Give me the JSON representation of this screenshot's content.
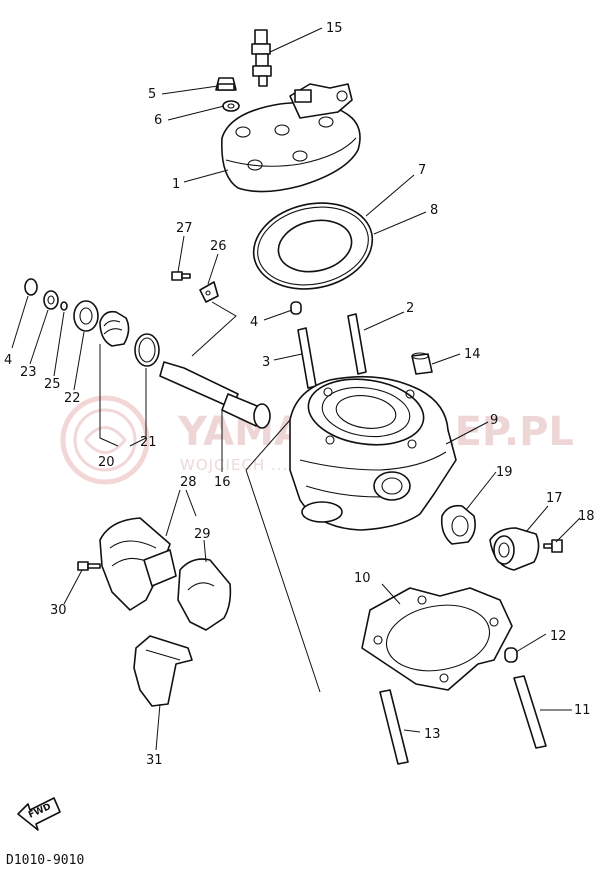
{
  "diagram": {
    "code": "D1010-9010",
    "fwd_label": "FWD",
    "watermark": {
      "main": "YAMAHASKLEP.PL",
      "sub": "WOJCIECH ... AMAHA"
    },
    "callouts": [
      {
        "id": "15",
        "label": "15"
      },
      {
        "id": "5",
        "label": "5"
      },
      {
        "id": "6",
        "label": "6"
      },
      {
        "id": "1",
        "label": "1"
      },
      {
        "id": "7",
        "label": "7"
      },
      {
        "id": "8",
        "label": "8"
      },
      {
        "id": "27",
        "label": "27"
      },
      {
        "id": "26",
        "label": "26"
      },
      {
        "id": "4a",
        "label": "4"
      },
      {
        "id": "4b",
        "label": "4"
      },
      {
        "id": "2",
        "label": "2"
      },
      {
        "id": "3",
        "label": "3"
      },
      {
        "id": "14",
        "label": "14"
      },
      {
        "id": "23",
        "label": "23"
      },
      {
        "id": "25",
        "label": "25"
      },
      {
        "id": "22",
        "label": "22"
      },
      {
        "id": "21",
        "label": "21"
      },
      {
        "id": "20",
        "label": "20"
      },
      {
        "id": "16",
        "label": "16"
      },
      {
        "id": "9",
        "label": "9"
      },
      {
        "id": "19",
        "label": "19"
      },
      {
        "id": "17",
        "label": "17"
      },
      {
        "id": "18",
        "label": "18"
      },
      {
        "id": "28",
        "label": "28"
      },
      {
        "id": "29",
        "label": "29"
      },
      {
        "id": "30",
        "label": "30"
      },
      {
        "id": "10",
        "label": "10"
      },
      {
        "id": "12",
        "label": "12"
      },
      {
        "id": "11",
        "label": "11"
      },
      {
        "id": "13",
        "label": "13"
      },
      {
        "id": "31",
        "label": "31"
      }
    ]
  }
}
